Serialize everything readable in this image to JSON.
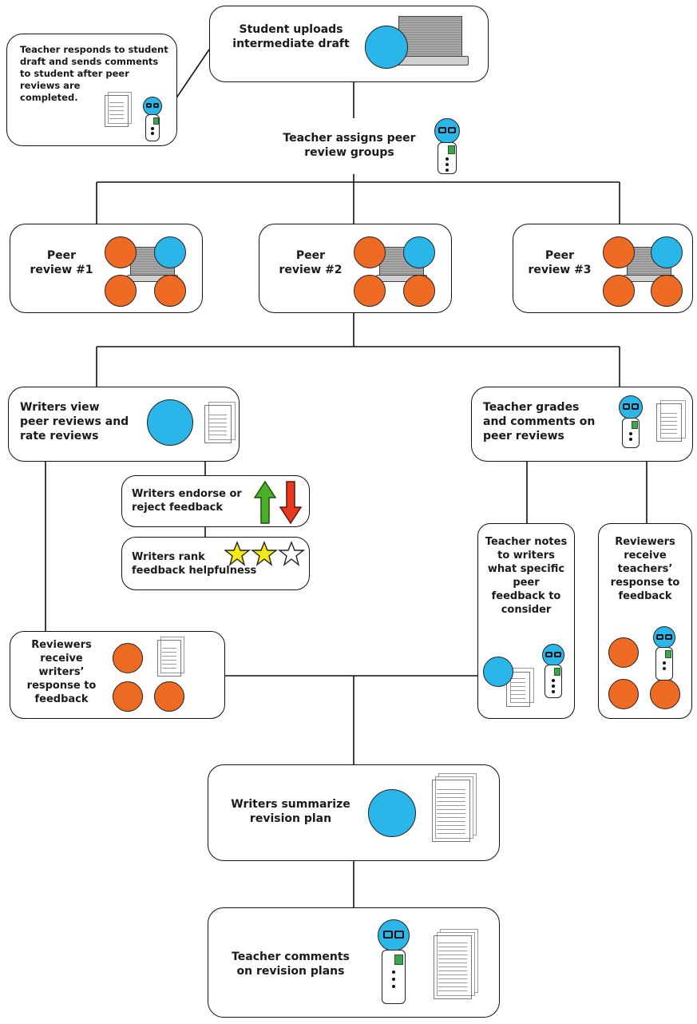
{
  "nodes": {
    "student_upload": "Student uploads\nintermediate draft",
    "teacher_responds": "Teacher responds to student\ndraft and sends comments\nto student after peer\nreviews are\ncompleted.",
    "teacher_assigns": "Teacher assigns peer\nreview groups",
    "peer_review_1": "Peer\nreview #1",
    "peer_review_2": "Peer\nreview #2",
    "peer_review_3": "Peer\nreview #3",
    "writers_view": "Writers view\npeer reviews and\nrate reviews",
    "teacher_grades": "Teacher grades\nand comments on\npeer reviews",
    "writers_endorse": "Writers endorse or\nreject feedback",
    "writers_rank": "Writers rank\nfeedback helpfulness",
    "teacher_notes": "Teacher notes\nto writers\nwhat specific\npeer\nfeedback to\nconsider",
    "reviewers_receive_teachers": "Reviewers\nreceive\nteachers’\nresponse to\nfeedback",
    "reviewers_receive_writers": "Reviewers\nreceive\nwriters’\nresponse to\nfeedback",
    "writers_summarize": "Writers summarize\nrevision plan",
    "teacher_comments": "Teacher comments\non revision plans"
  },
  "colors": {
    "student": "#2bb6ea",
    "reviewer": "#ef6a22",
    "endorse_arrow": "#4caf2a",
    "reject_arrow": "#e53a1e",
    "star_filled": "#f2ea14"
  },
  "icons": [
    "student-icon",
    "reviewer-icon",
    "teacher-icon",
    "laptop-icon",
    "document-icon",
    "up-arrow-icon",
    "down-arrow-icon",
    "star-icon"
  ]
}
